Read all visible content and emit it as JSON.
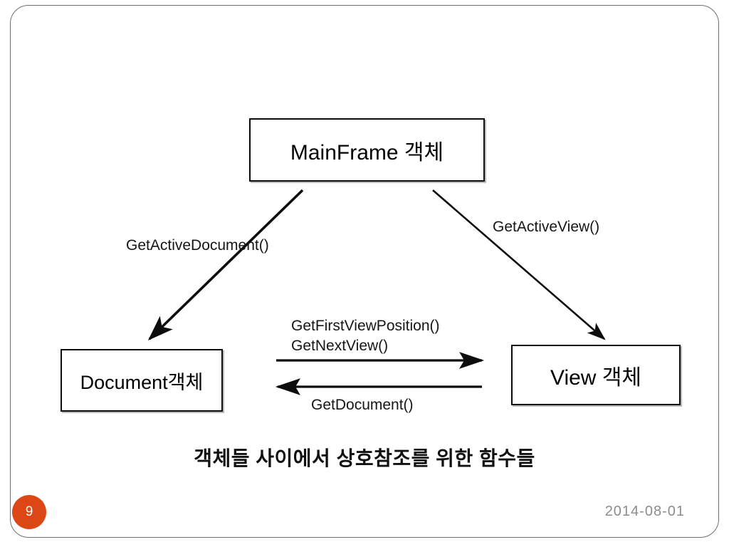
{
  "slide": {
    "caption": "객체들 사이에서 상호참조를 위한 함수들",
    "page_number": "9",
    "date": "2014-08-01",
    "accent_color": "#dd4715",
    "border_color": "#6e6e6e",
    "line_color": "#0d0d0d"
  },
  "diagram": {
    "type": "relationship-diagram",
    "nodes": [
      {
        "id": "mainframe",
        "label": "MainFrame 객체"
      },
      {
        "id": "document",
        "label": "Document객체"
      },
      {
        "id": "view",
        "label": "View 객체"
      }
    ],
    "edges": [
      {
        "id": "mainframe-to-document",
        "from": "mainframe",
        "to": "document",
        "label": "GetActiveDocument()",
        "direction": "down-left"
      },
      {
        "id": "mainframe-to-view",
        "from": "mainframe",
        "to": "view",
        "label": "GetActiveView()",
        "direction": "down-right"
      },
      {
        "id": "document-to-view",
        "from": "document",
        "to": "view",
        "label_line1": "GetFirstViewPosition()",
        "label_line2": "GetNextView()",
        "direction": "right"
      },
      {
        "id": "view-to-document",
        "from": "view",
        "to": "document",
        "label": "GetDocument()",
        "direction": "left"
      }
    ]
  }
}
